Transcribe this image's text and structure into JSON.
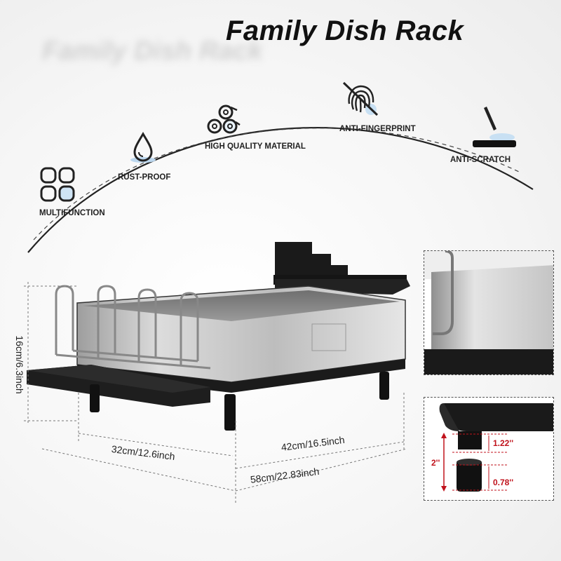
{
  "title": "Family Dish Rack",
  "features": {
    "multifunction": "MULTIFUNCTION",
    "rust_proof": "RUST-PROOF",
    "material": "HIGH QUALITY MATERIAL",
    "anti_fingerprint": "ANTI-FINGERPRINT",
    "anti_scratch": "ANTI-SCRATCH"
  },
  "icons": {
    "multifunction": "four-rounded-squares-icon",
    "rust_proof": "water-drop-icon",
    "material": "metal-rolls-icon",
    "anti_fingerprint": "crossed-fingerprint-icon",
    "anti_scratch": "scratch-tool-icon"
  },
  "dimensions": {
    "height": "16cm/6.3inch",
    "depth": "32cm/12.6inch",
    "width": "42cm/16.5inch",
    "total_width": "58cm/22.83inch"
  },
  "foot_detail": {
    "total": "2''",
    "upper": "1.22''",
    "lower": "0.78''"
  },
  "colors": {
    "accent_red": "#c0121b",
    "rack_black": "#1c1c1c",
    "steel": "#c9c9c9"
  }
}
